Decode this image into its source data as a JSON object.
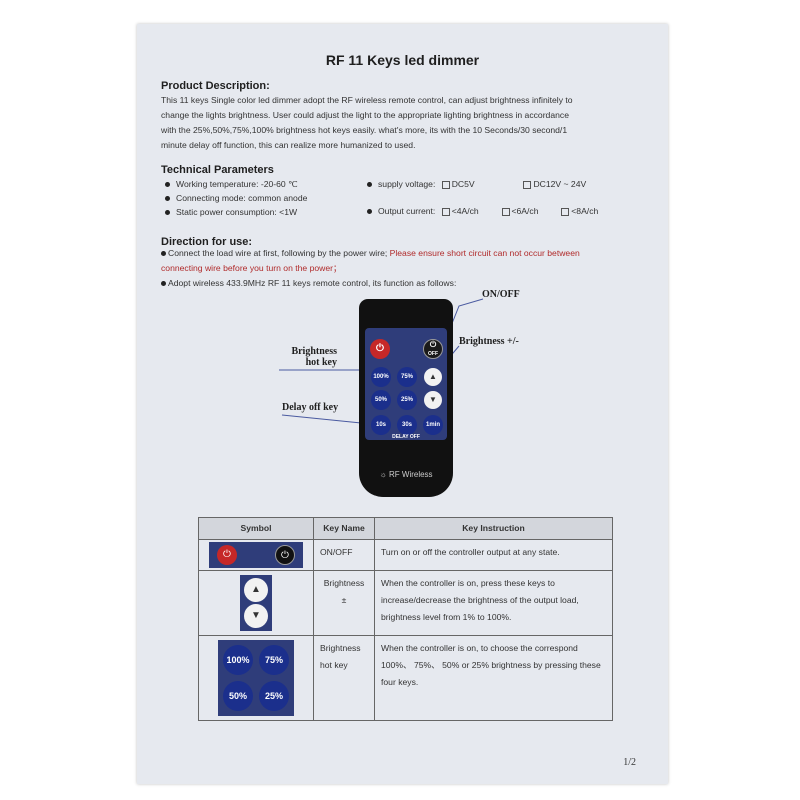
{
  "title": "RF 11 Keys led dimmer",
  "product_description": {
    "heading": "Product Description:",
    "lines": [
      "This 11 keys Single color led dimmer adopt the RF wireless remote control, can adjust brightness infinitely to",
      "change the lights brightness. User could adjust the light to the appropriate lighting brightness in accordance",
      "with the 25%,50%,75%,100% brightness hot keys easily. what's more, its with the 10 Seconds/30 second/1",
      "minute delay off function, this can realize more humanized to used."
    ]
  },
  "technical": {
    "heading": "Technical Parameters",
    "working_temp": "Working temperature: -20-60 ℃",
    "connecting_mode": "Connecting mode: common anode",
    "static_power": "Static power consumption: <1W",
    "supply_label": "supply voltage:",
    "supply_opt1": "DC5V",
    "supply_opt2": "DC12V ~ 24V",
    "output_label": "Output current:",
    "output_opt1": "<4A/ch",
    "output_opt2": "<6A/ch",
    "output_opt3": "<8A/ch"
  },
  "direction": {
    "heading": "Direction for use:",
    "line1_black": "Connect the load wire at first, following by the power wire; ",
    "line1_red": "Please ensure short circuit can not occur between",
    "line2_red": "connecting wire before you turn on the power；",
    "line3": "Adopt wireless 433.9MHz RF 11 keys remote control, its function as follows:"
  },
  "remote": {
    "callout_onoff": "ON/OFF",
    "callout_brightness_pm": "Brightness +/-",
    "callout_hotkey_line1": "Brightness",
    "callout_hotkey_line2": "hot key",
    "callout_delay": "Delay off key",
    "key_100": "100%",
    "key_75": "75%",
    "key_50": "50%",
    "key_25": "25%",
    "key_10s": "10s",
    "key_30s": "30s",
    "key_1min": "1min",
    "off_label": "OFF",
    "delay_off_label": "DELAY OFF",
    "rf_wireless": "RF Wireless"
  },
  "table": {
    "headers": [
      "Symbol",
      "Key Name",
      "Key Instruction"
    ],
    "row1_name": "ON/OFF",
    "row1_instruction": "Turn on or off the controller output at any state.",
    "row2_name_line1": "Brightness",
    "row2_name_line2": "±",
    "row2_instruction_1": "When the controller is on, press these keys to",
    "row2_instruction_2": "increase/decrease the brightness of the output load,",
    "row2_instruction_3": "brightness level from 1% to 100%.",
    "row3_name_line1": "Brightness",
    "row3_name_line2": "hot key",
    "row3_instruction_1": "When the controller is on, to choose the correspond",
    "row3_instruction_2": "100%、 75%、 50% or 25% brightness by pressing these",
    "row3_instruction_3": "four keys.",
    "sym_100": "100%",
    "sym_75": "75%",
    "sym_50": "50%",
    "sym_25": "25%"
  },
  "page_number": "1/2",
  "colors": {
    "paper": "#e6e9ef",
    "key_blue": "#1b2f8c",
    "warning_red": "#b02a2a",
    "power_red": "#c62828"
  }
}
